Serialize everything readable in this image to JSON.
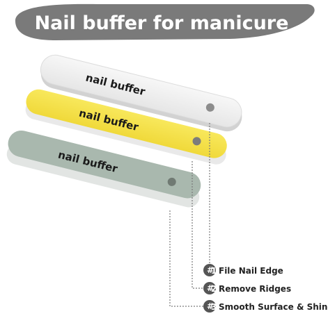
{
  "banner": {
    "title": "Nail buffer for manicure",
    "color": "#7a7a7a"
  },
  "buffers": [
    {
      "label": "nail buffer",
      "color": "#f2f2f2",
      "side_color": "#d7d7d7",
      "icon": "nail-buffer-white"
    },
    {
      "label": "nail buffer",
      "color": "#f7e34e",
      "side_color": "#f3f3f3",
      "icon": "nail-buffer-yellow"
    },
    {
      "label": "nail buffer",
      "color": "#a9b8ae",
      "side_color": "#d8dcda",
      "icon": "nail-buffer-green"
    }
  ],
  "legend": {
    "items": [
      {
        "num": "1",
        "text": "File Nail Edge"
      },
      {
        "num": "2",
        "text": "Remove Ridges"
      },
      {
        "num": "3",
        "text": "Smooth Surface & Shiner"
      }
    ],
    "badge_color": "#555555",
    "line_color": "#7a7a7a"
  }
}
